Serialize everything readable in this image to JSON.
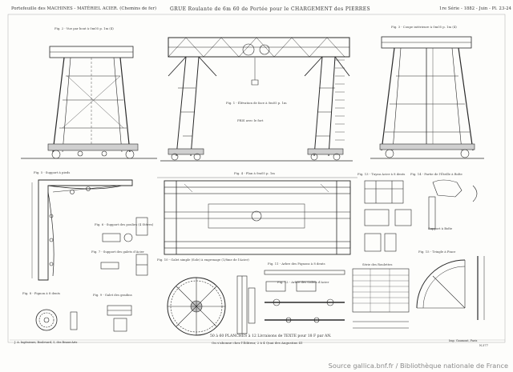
{
  "header": {
    "journal": "Portefeuille des MACHINES - MATÉRIEL ACIER. (Chemins de fer)",
    "title": "GRUE Roulante de 6m 60 de Portée pour le CHARGEMENT des PIERRES",
    "series": "1re Série - 1882 - Juin - Pl. 23-24"
  },
  "figure_labels": {
    "fig2": "Fig. 2 - Vue par bout à 0m05 p. 1m (4)",
    "fig3": "Fig. 3 - Coupe intérieure à 0m05 p. 1m (4)",
    "fig1": "Fig. 1 - Élévation de face à 0m05 p. 1m",
    "pris": "PRIS avec le fort",
    "fig4": "Fig. 4 - Plan à 0m05 p. 1m",
    "fig5": "Fig. 5 - Support à pieds",
    "fig6": "Fig. 6 - Support des poulies (4 Stères)",
    "fig7": "Fig. 7 - Support des galets d'Acier",
    "fig8": "Fig. 8 - Pignon à 8 dents",
    "fig9": "Fig. 9 - Galet des gradins",
    "fig10": "Fig. 10 - Galet simple (Sole) à engrenage (1/8me de l'Acier)",
    "fig11": "Fig. 11 - Arbre des Pignons à 8 dents",
    "fig12": "Fig. 12 - Arbre des Galets d'Acier",
    "fig13": "Fig. 13 - Tuyau Acier à 8 dents",
    "fig14": "Fig. 14 - Partie de l'Étrille à Boîte",
    "fig15": "Fig. 15 - Tringle à Pince",
    "support": "Support à Boîte",
    "table_title": "Série des Roulettes"
  },
  "footer": {
    "line1": "50 à 60 PLANCHES à 12 Livraisons de TEXTE pour 18 F par AN.",
    "line2": "On s'abonne chez l'Éditeur, 2 à 4 Quai des Augustins 41",
    "left": "J. A. Ingénieurs, Boulevard, 5, des Beaux-Arts",
    "right": "Imp. Gaumont, Paris",
    "number": "N.377"
  },
  "credit": "Source gallica.bnf.fr / Bibliothèque nationale de France"
}
